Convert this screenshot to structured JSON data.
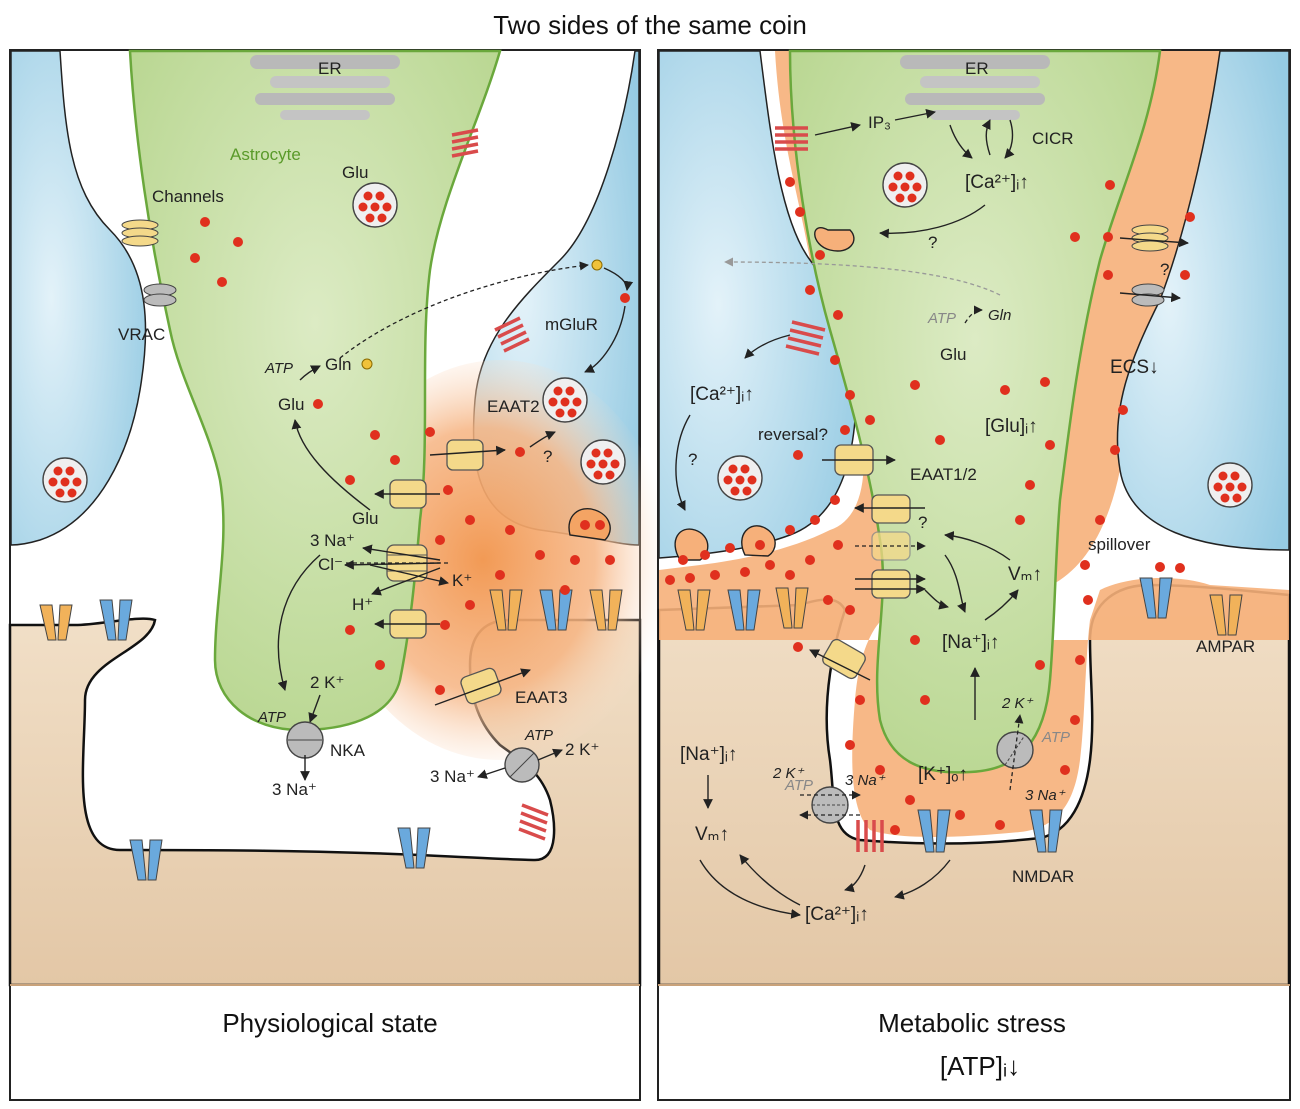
{
  "title": "Two sides of the same coin",
  "colors": {
    "astrocyte": "#c5dea3",
    "astrocyte_edge": "#6aa83c",
    "neuron_blue": "#a6d4e8",
    "postsynaptic": "#e9d1b3",
    "glutamate_cloud": "#f4a464",
    "glutamate_dot": "#e0301e",
    "er": "#b9b9b9",
    "transporter": "#f4d98a",
    "receptor_orange": "#f1b25a",
    "receptor_blue": "#6aa9dd",
    "mglur": "#d94b4b"
  },
  "left_panel": {
    "caption": "Physiological state",
    "labels": {
      "er": "ER",
      "astrocyte": "Astrocyte",
      "glu_vesicle": "Glu",
      "channels": "Channels",
      "vrac": "VRAC",
      "mglur": "mGluR",
      "eaat2": "EAAT2",
      "question": "?",
      "atp": "ATP",
      "gln": "Gln",
      "glu": "Glu",
      "glu_transport": "Glu",
      "na3": "3 Na⁺",
      "cl": "Cl⁻",
      "h": "H⁺",
      "k": "K⁺",
      "k2": "2 K⁺",
      "atp_nka": "ATP",
      "nka": "NKA",
      "na3_out": "3 Na⁺",
      "eaat3": "EAAT3",
      "atp_n": "ATP",
      "na3_n": "3 Na⁺",
      "k2_n": "2 K⁺"
    }
  },
  "right_panel": {
    "caption": "Metabolic stress",
    "atp_caption": "[ATP]ᵢ↓",
    "labels": {
      "er": "ER",
      "ip3": "IP₃",
      "cicr": "CICR",
      "ca_astro": "[Ca²⁺]ᵢ↑",
      "question1": "?",
      "question2": "?",
      "atp": "ATP",
      "gln": "Gln",
      "glu": "Glu",
      "ecs": "ECS↓",
      "ca_pre": "[Ca²⁺]ᵢ↑",
      "question3": "?",
      "reversal": "reversal?",
      "glu_i": "[Glu]ᵢ↑",
      "eaat12": "EAAT1/2",
      "question4": "?",
      "vm_astro": "Vₘ↑",
      "na_astro": "[Na⁺]ᵢ↑",
      "spillover": "spillover",
      "ampar": "AMPAR",
      "k2_a": "2 K⁺",
      "atp_a": "ATP",
      "k2_n": "2 K⁺",
      "atp_n": "ATP",
      "na3_n": "3 Na⁺",
      "na_n": "[Na⁺]ᵢ↑",
      "ko": "[K⁺]ₒ↑",
      "na3_a": "3 Na⁺",
      "vm_n": "Vₘ↑",
      "nmdar": "NMDAR",
      "ca_n": "[Ca²⁺]ᵢ↑"
    }
  }
}
